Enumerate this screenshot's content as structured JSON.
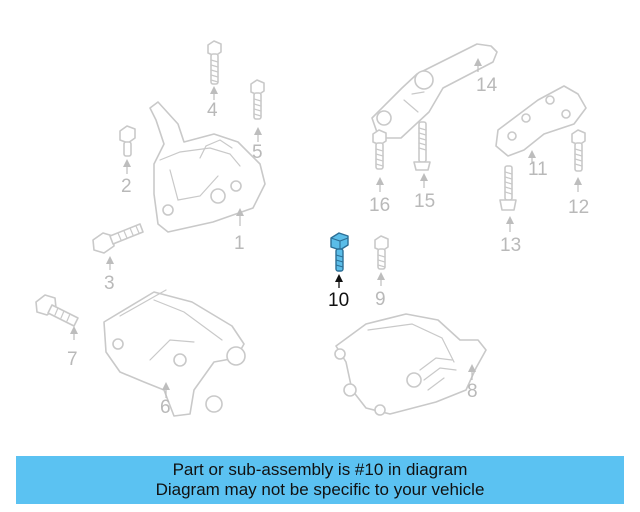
{
  "callouts": [
    {
      "id": "1",
      "label": "1"
    },
    {
      "id": "2",
      "label": "2"
    },
    {
      "id": "3",
      "label": "3"
    },
    {
      "id": "4",
      "label": "4"
    },
    {
      "id": "5",
      "label": "5"
    },
    {
      "id": "6",
      "label": "6"
    },
    {
      "id": "7",
      "label": "7"
    },
    {
      "id": "8",
      "label": "8"
    },
    {
      "id": "9",
      "label": "9"
    },
    {
      "id": "10",
      "label": "10"
    },
    {
      "id": "11",
      "label": "11"
    },
    {
      "id": "12",
      "label": "12"
    },
    {
      "id": "13",
      "label": "13"
    },
    {
      "id": "14",
      "label": "14"
    },
    {
      "id": "15",
      "label": "15"
    },
    {
      "id": "16",
      "label": "16"
    }
  ],
  "highlighted_part": "10",
  "banner": {
    "line1": "Part or sub-assembly is #10 in diagram",
    "line2": "Diagram may not be specific to your vehicle",
    "color": "#5bc2f2"
  },
  "colors": {
    "highlight_fill": "#5bbde8",
    "highlight_stroke": "#2c6f96",
    "inactive_part": "#c9c9c9",
    "inactive_label": "#b9b9b9",
    "active_label": "#111111"
  }
}
